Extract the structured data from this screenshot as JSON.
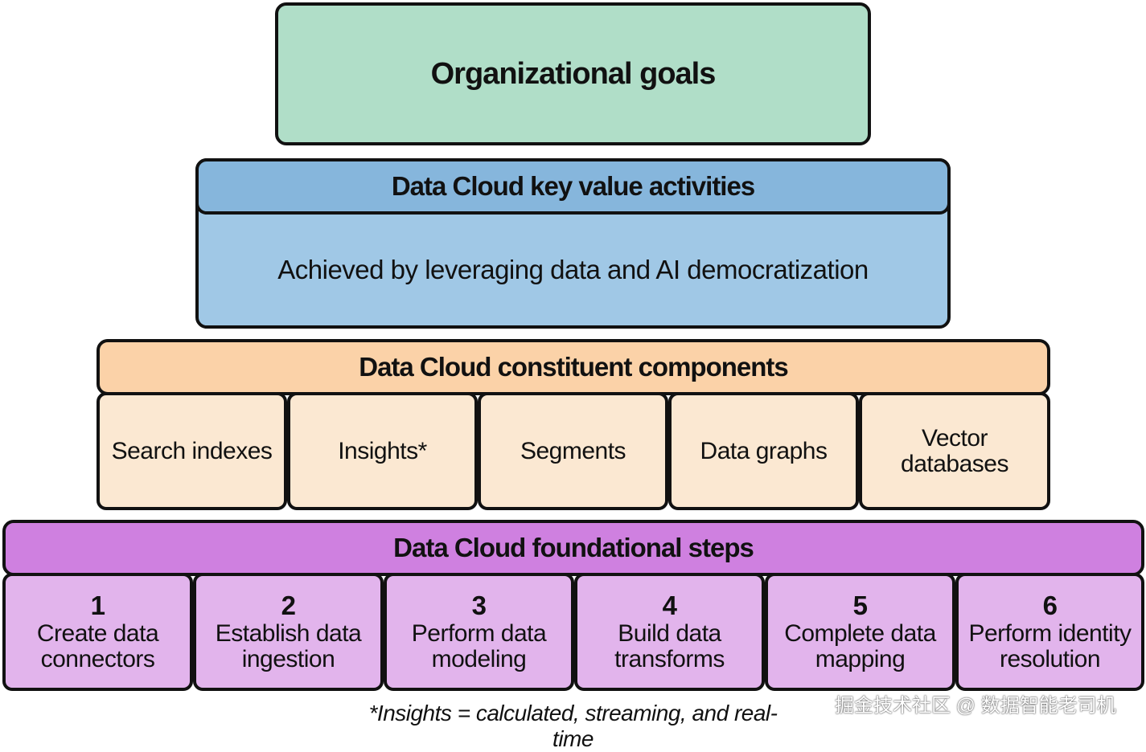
{
  "goals": {
    "title": "Organizational goals",
    "color": "#b0dec8"
  },
  "key_value": {
    "title": "Data Cloud key value activities",
    "body": "Achieved by leveraging data and AI democratization",
    "header_color": "#86b6dc",
    "body_color": "#a0c8e6"
  },
  "components": {
    "title": "Data Cloud constituent components",
    "header_color": "#fbd2a8",
    "cell_color": "#fbe8d2",
    "items": [
      {
        "line1": "Search indexes",
        "line2": ""
      },
      {
        "line1": "Insights*",
        "line2": ""
      },
      {
        "line1": "Segments",
        "line2": ""
      },
      {
        "line1": "Data graphs",
        "line2": ""
      },
      {
        "line1": "Vector",
        "line2": "databases"
      }
    ]
  },
  "steps": {
    "title": "Data Cloud foundational steps",
    "header_color": "#cf80e0",
    "cell_color": "#e2b4ec",
    "items": [
      {
        "number": "1",
        "line1": "Create data",
        "line2": "connectors"
      },
      {
        "number": "2",
        "line1": "Establish data",
        "line2": "ingestion"
      },
      {
        "number": "3",
        "line1": "Perform data",
        "line2": "modeling"
      },
      {
        "number": "4",
        "line1": "Build data",
        "line2": "transforms"
      },
      {
        "number": "5",
        "line1": "Complete data",
        "line2": "mapping"
      },
      {
        "number": "6",
        "line1": "Perform identity",
        "line2": "resolution"
      }
    ]
  },
  "footnote": "*Insights = calculated, streaming, and real-time",
  "watermark": "掘金技术社区 @ 数据智能老司机"
}
